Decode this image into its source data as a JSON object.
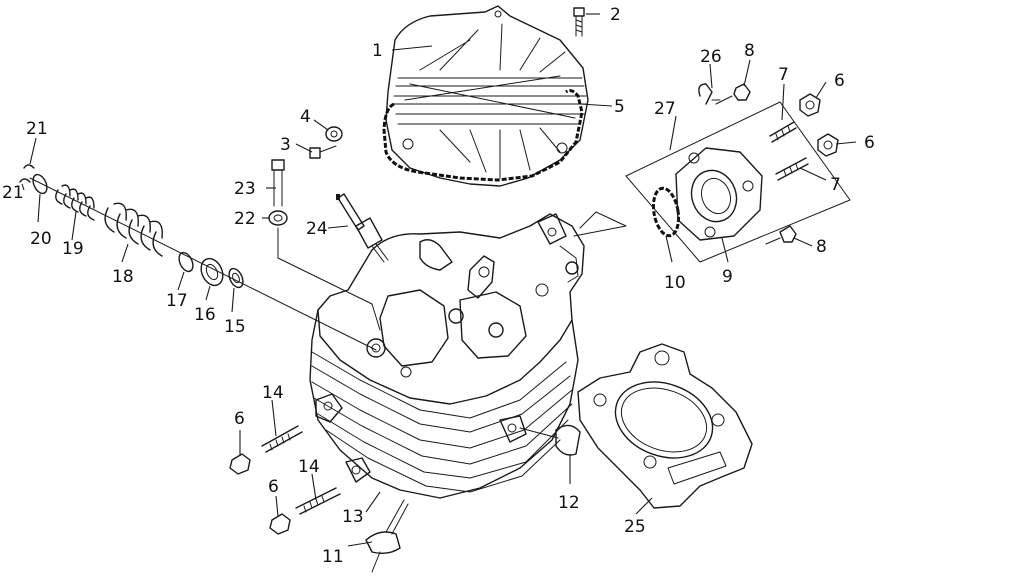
{
  "callouts": [
    {
      "id": "c1",
      "text": "1"
    },
    {
      "id": "c2",
      "text": "2"
    },
    {
      "id": "c3",
      "text": "3"
    },
    {
      "id": "c4",
      "text": "4"
    },
    {
      "id": "c5",
      "text": "5"
    },
    {
      "id": "c6a",
      "text": "6"
    },
    {
      "id": "c6b",
      "text": "6"
    },
    {
      "id": "c6c",
      "text": "6"
    },
    {
      "id": "c6d",
      "text": "6"
    },
    {
      "id": "c7a",
      "text": "7"
    },
    {
      "id": "c7b",
      "text": "7"
    },
    {
      "id": "c8a",
      "text": "8"
    },
    {
      "id": "c8b",
      "text": "8"
    },
    {
      "id": "c9",
      "text": "9"
    },
    {
      "id": "c10",
      "text": "10"
    },
    {
      "id": "c11",
      "text": "11"
    },
    {
      "id": "c12",
      "text": "12"
    },
    {
      "id": "c13",
      "text": "13"
    },
    {
      "id": "c14a",
      "text": "14"
    },
    {
      "id": "c14b",
      "text": "14"
    },
    {
      "id": "c15",
      "text": "15"
    },
    {
      "id": "c16",
      "text": "16"
    },
    {
      "id": "c17",
      "text": "17"
    },
    {
      "id": "c18",
      "text": "18"
    },
    {
      "id": "c19",
      "text": "19"
    },
    {
      "id": "c20",
      "text": "20"
    },
    {
      "id": "c21a",
      "text": "21"
    },
    {
      "id": "c21b",
      "text": "21"
    },
    {
      "id": "c22",
      "text": "22"
    },
    {
      "id": "c23",
      "text": "23"
    },
    {
      "id": "c24",
      "text": "24"
    },
    {
      "id": "c25",
      "text": "25"
    },
    {
      "id": "c26",
      "text": "26"
    },
    {
      "id": "c27",
      "text": "27"
    }
  ]
}
